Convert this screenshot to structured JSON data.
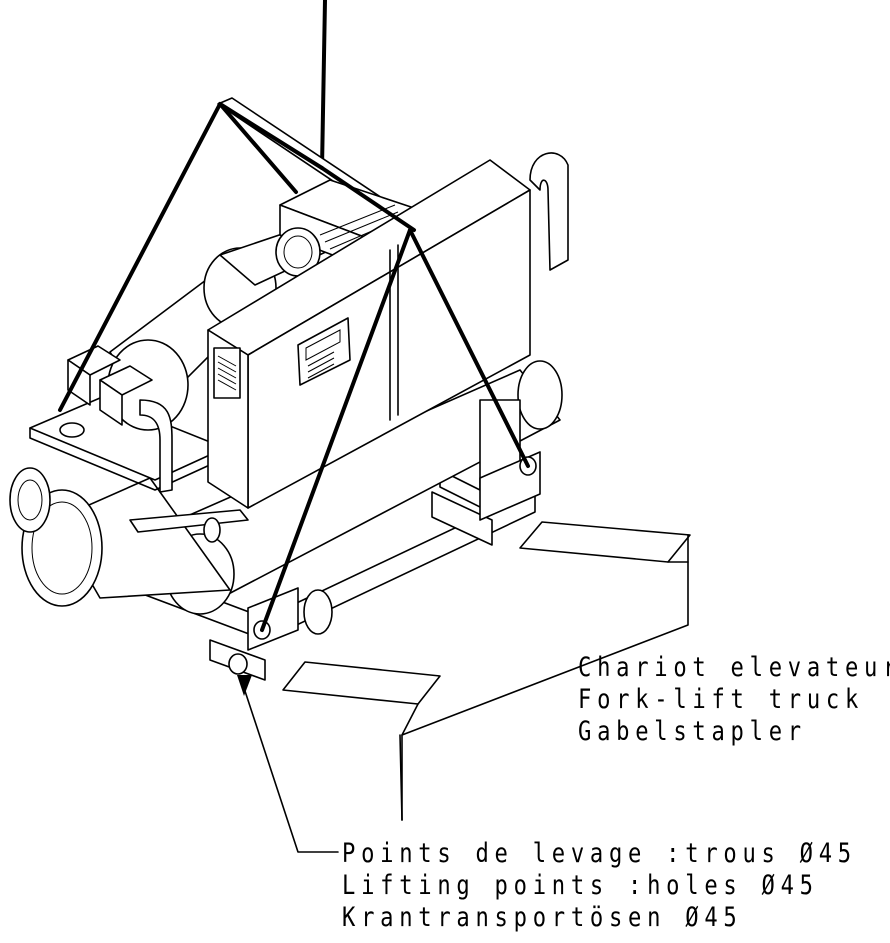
{
  "labels": {
    "forklift": {
      "line1": "Chariot elevateur",
      "line2": "Fork-lift truck",
      "line3": "Gabelstapler"
    },
    "lifting": {
      "line1": "Points de levage :trous Ø45",
      "line2": "Lifting points :holes Ø45",
      "line3": "Krantransportösen Ø45"
    }
  },
  "colors": {
    "line": "#000000",
    "background": "#ffffff"
  }
}
